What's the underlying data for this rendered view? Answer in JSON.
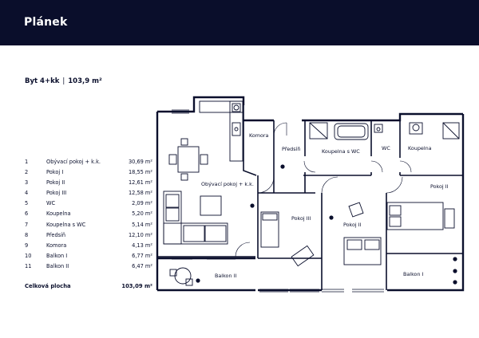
{
  "header": {
    "title": "Plánek"
  },
  "unit": {
    "type": "Byt 4+kk",
    "separator": "|",
    "area": "103,9 m²"
  },
  "rooms": [
    {
      "num": "1",
      "name": "Obývací pokoj + k.k.",
      "area": "30,69 m²"
    },
    {
      "num": "2",
      "name": "Pokoj I",
      "area": "18,55 m²"
    },
    {
      "num": "3",
      "name": "Pokoj II",
      "area": "12,61 m²"
    },
    {
      "num": "4",
      "name": "Pokoj III",
      "area": "12,58 m²"
    },
    {
      "num": "5",
      "name": "WC",
      "area": "2,09 m²"
    },
    {
      "num": "6",
      "name": "Koupelna",
      "area": "5,20 m²"
    },
    {
      "num": "7",
      "name": "Koupelna s WC",
      "area": "5,14 m²"
    },
    {
      "num": "8",
      "name": "Předsíň",
      "area": "12,10 m²"
    },
    {
      "num": "9",
      "name": "Komora",
      "area": "4,13 m²"
    },
    {
      "num": "10",
      "name": "Balkon I",
      "area": "6,77 m²"
    },
    {
      "num": "11",
      "name": "Balkon II",
      "area": "6,47 m²"
    }
  ],
  "total": {
    "label": "Celková plocha",
    "area": "103,09 m²"
  },
  "plan_labels": {
    "living": "Obývací pokoj + k.k.",
    "komora": "Komora",
    "predsin": "Předsíň",
    "koupelna_wc": "Koupelna s WC",
    "wc": "WC",
    "koupelna": "Koupelna",
    "pokoj_i": "Pokoj II",
    "pokoj_iii": "Pokoj III",
    "pokoj_ii": "Pokoj II",
    "balkon_i": "Balkon I",
    "balkon_ii": "Balkon II"
  },
  "colors": {
    "header_bg": "#0a0e2b",
    "ink": "#0a0f2c",
    "background": "#ffffff"
  }
}
